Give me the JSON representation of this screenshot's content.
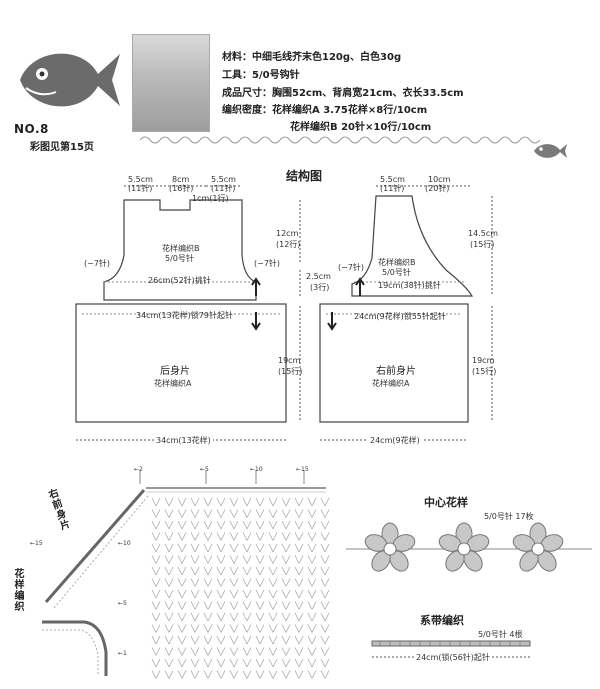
{
  "header": {
    "number": "NO.8",
    "see_page": "彩图见第15页",
    "material": "材料：中细毛线芥末色120g、白色30g",
    "tool": "工具：5/0号钩针",
    "size": "成品尺寸：胸围52cm、背肩宽21cm、衣长33.5cm",
    "gauge_a": "编织密度：花样编织A  3.75花样×8行/10cm",
    "gauge_b": "花样编织B  20针×10行/10cm"
  },
  "structure": {
    "title": "结构图",
    "back": {
      "top_left": "5.5cm",
      "top_left_sts": "(11针)",
      "top_mid": "8cm",
      "top_mid_sts": "(16针)",
      "top_right": "5.5cm",
      "top_right_sts": "(11针)",
      "neck": "1cm(1行)",
      "pattern_b": "花样编织B",
      "hook_b": "5/0号针",
      "dec_left": "(−7针)",
      "dec_right": "(−7针)",
      "chain_upper": "26cm(52针)挑针",
      "chain_lower": "34cm(13花样)锁79针起针",
      "name": "后身片",
      "pattern_a": "花样编织A",
      "bottom": "34cm(13花样)"
    },
    "side": {
      "h1": "12cm",
      "h1_rows": "(12行)",
      "h2": "2.5cm",
      "h2_rows": "(3行)",
      "h3": "19cm",
      "h3_rows": "(15行)"
    },
    "front": {
      "top_left": "5.5cm",
      "top_left_sts": "(11针)",
      "top_right": "10cm",
      "top_right_sts": "(20针)",
      "pattern_b": "花样编织B",
      "hook_b": "5/0号针",
      "dec_left": "(−7针)",
      "chain_upper": "19cm(38针)挑针",
      "chain_lower": "24cm(9花样)锁55针起针",
      "name": "右前身片",
      "pattern_a": "花样编织A",
      "bottom": "24cm(9花样)",
      "h_right": "14.5cm",
      "h_right_rows": "(15行)",
      "h_lower": "19cm",
      "h_lower_rows": "(15行)"
    }
  },
  "chart": {
    "front_label": "右前身片",
    "pattern_label": "花样编织",
    "col_marks": [
      "←2",
      "←5",
      "←10",
      "←15"
    ],
    "row_marks": [
      "←15",
      "←10",
      "←5",
      "←1"
    ]
  },
  "motif": {
    "title": "中心花样",
    "spec": "5/0号针  17枚"
  },
  "tie": {
    "title": "系带编织",
    "spec": "5/0号针  4根",
    "length": "24cm(锁(56针)起针"
  }
}
